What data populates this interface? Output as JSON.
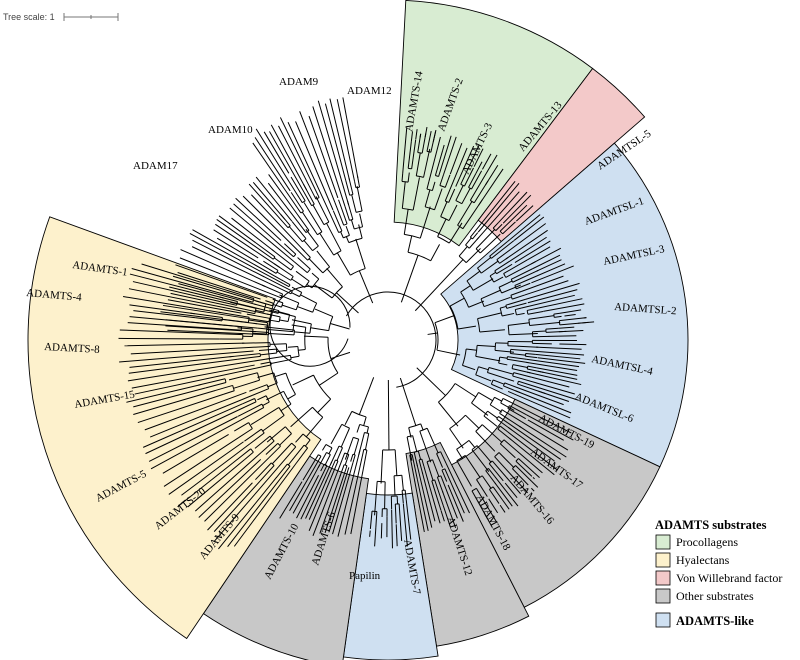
{
  "tree_scale": {
    "label": "Tree scale: 1"
  },
  "colors": {
    "procollagens": "#d8ecd2",
    "hyalectans": "#fdf1cc",
    "von_willebrand": "#f3c9c9",
    "other": "#c8c8c8",
    "adamts_like": "#cfe0f1"
  },
  "clades": [
    {
      "key": "adamts_1",
      "label": "ADAMTS-1"
    },
    {
      "key": "adamts_4",
      "label": "ADAMTS-4"
    },
    {
      "key": "adamts_8",
      "label": "ADAMTS-8"
    },
    {
      "key": "adamts_15",
      "label": "ADAMTS-15"
    },
    {
      "key": "adamts_5",
      "label": "ADAMTS-5"
    },
    {
      "key": "adamts_20",
      "label": "ADAMTS-20"
    },
    {
      "key": "adamts_9",
      "label": "ADAMTS-9"
    },
    {
      "key": "adamts_10",
      "label": "ADAMTS-10"
    },
    {
      "key": "adamts_6",
      "label": "ADAMTS-6"
    },
    {
      "key": "papilin",
      "label": "Papilin"
    },
    {
      "key": "adamts_7",
      "label": "ADAMTS-7"
    },
    {
      "key": "adamts_12",
      "label": "ADAMTS-12"
    },
    {
      "key": "adamts_18",
      "label": "ADAMTS-18"
    },
    {
      "key": "adamts_16",
      "label": "ADAMTS-16"
    },
    {
      "key": "adamts_17",
      "label": "ADAMTS-17"
    },
    {
      "key": "adamts_19",
      "label": "ADAMTS-19"
    },
    {
      "key": "adamtsl_6",
      "label": "ADAMTSL-6"
    },
    {
      "key": "adamtsl_4",
      "label": "ADAMTSL-4"
    },
    {
      "key": "adamtsl_2",
      "label": "ADAMTSL-2"
    },
    {
      "key": "adamtsl_3",
      "label": "ADAMTSL-3"
    },
    {
      "key": "adamtsl_1",
      "label": "ADAMTSL-1"
    },
    {
      "key": "adamtsl_5",
      "label": "ADAMTSL-5"
    },
    {
      "key": "adamts_13",
      "label": "ADAMTS-13"
    },
    {
      "key": "adamts_3",
      "label": "ADAMTS-3"
    },
    {
      "key": "adamts_2",
      "label": "ADAMTS-2"
    },
    {
      "key": "adamts_14",
      "label": "ADAMTS-14"
    },
    {
      "key": "adam12",
      "label": "ADAM12"
    },
    {
      "key": "adam9",
      "label": "ADAM9"
    },
    {
      "key": "adam10",
      "label": "ADAM10"
    },
    {
      "key": "adam17",
      "label": "ADAM17"
    }
  ],
  "legend": {
    "title": "ADAMTS substrates",
    "items": [
      {
        "label": "Procollagens",
        "color": "#d8ecd2"
      },
      {
        "label": "Hyalectans",
        "color": "#fdf1cc"
      },
      {
        "label": "Von Willebrand factor",
        "color": "#f3c9c9"
      },
      {
        "label": "Other substrates",
        "color": "#c8c8c8"
      }
    ],
    "adamts_like_label": "ADAMTS-like",
    "adamts_like_color": "#cfe0f1"
  }
}
